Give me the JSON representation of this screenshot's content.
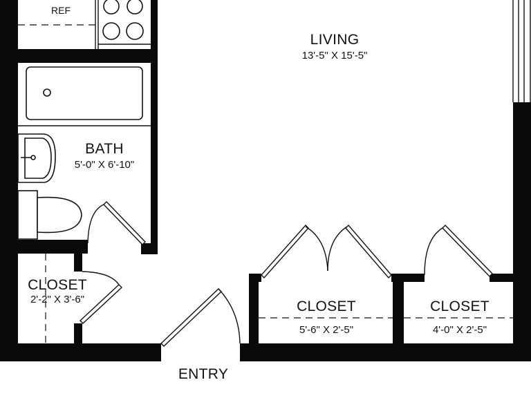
{
  "rooms": {
    "ref": {
      "name": "REF"
    },
    "living": {
      "name": "LIVING",
      "dims": "13'-5\" X 15'-5\""
    },
    "bath": {
      "name": "BATH",
      "dims": "5'-0\" X 6'-10\""
    },
    "closet_left": {
      "name": "CLOSET",
      "dims": "2'-2\" X 3'-6\""
    },
    "closet_center": {
      "name": "CLOSET",
      "dims": "5'-6\" X 2'-5\""
    },
    "closet_right": {
      "name": "CLOSET",
      "dims": "4'-0\" X 2'-5\""
    },
    "entry": {
      "name": "ENTRY"
    }
  },
  "icons": [
    "bathtub-icon",
    "sink-icon",
    "toilet-icon",
    "stove-icon",
    "door-swing-icon",
    "window-icon"
  ]
}
